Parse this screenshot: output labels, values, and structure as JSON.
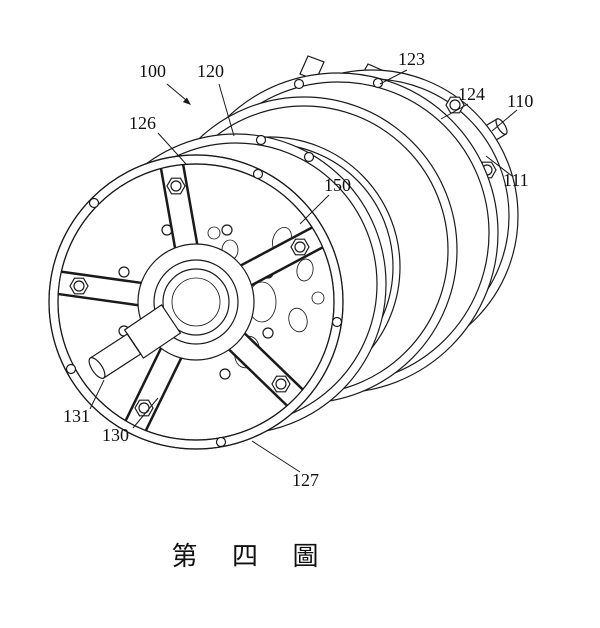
{
  "figure": {
    "caption": "第 四 圖",
    "colors": {
      "ink": "#1a1a1a",
      "paper": "#ffffff"
    },
    "labels": [
      {
        "text": "100",
        "points_to": "overall-assembly"
      },
      {
        "text": "120",
        "points_to": "front-housing-ring"
      },
      {
        "text": "123",
        "points_to": "rear-housing-ring"
      },
      {
        "text": "124",
        "points_to": "mounting-tab"
      },
      {
        "text": "110",
        "points_to": "rear-shaft-tip"
      },
      {
        "text": "111",
        "points_to": "rear-shaft-body"
      },
      {
        "text": "126",
        "points_to": "front-star-plate"
      },
      {
        "text": "150",
        "points_to": "internal-mechanism"
      },
      {
        "text": "131",
        "points_to": "front-shaft-tip"
      },
      {
        "text": "130",
        "points_to": "front-shaft-base"
      },
      {
        "text": "127",
        "points_to": "front-plate-rim"
      }
    ]
  }
}
